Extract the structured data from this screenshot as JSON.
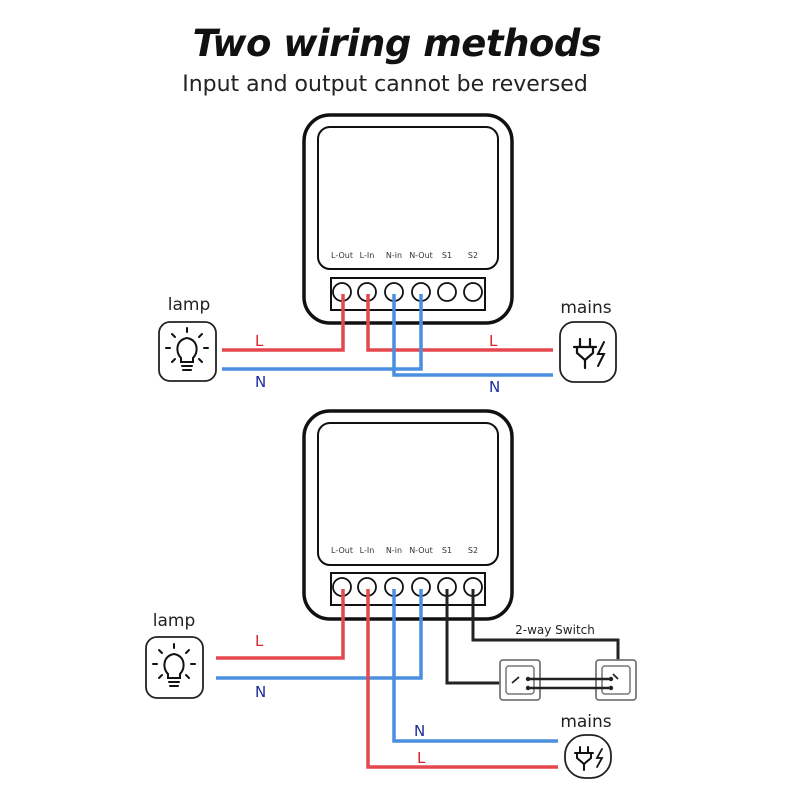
{
  "header": {
    "title": "Two wiring methods",
    "subtitle": "Input and output cannot be reversed"
  },
  "terminals": [
    "L-Out",
    "L-In",
    "N-in",
    "N-Out",
    "S1",
    "S2"
  ],
  "colors": {
    "live": "#e5474e",
    "neutral": "#4a8fe0",
    "switch_wire": "#222222",
    "label_live": "#d8232a",
    "label_neutral": "#1a2a9c",
    "outline": "#111111"
  },
  "diagram1": {
    "lamp_label": "lamp",
    "mains_label": "mains",
    "lamp_L": "L",
    "lamp_N": "N",
    "mains_L": "L",
    "mains_N": "N"
  },
  "diagram2": {
    "lamp_label": "lamp",
    "mains_label": "mains",
    "lamp_L": "L",
    "lamp_N": "N",
    "mains_L": "L",
    "mains_N": "N",
    "switch_label": "2-way Switch"
  }
}
